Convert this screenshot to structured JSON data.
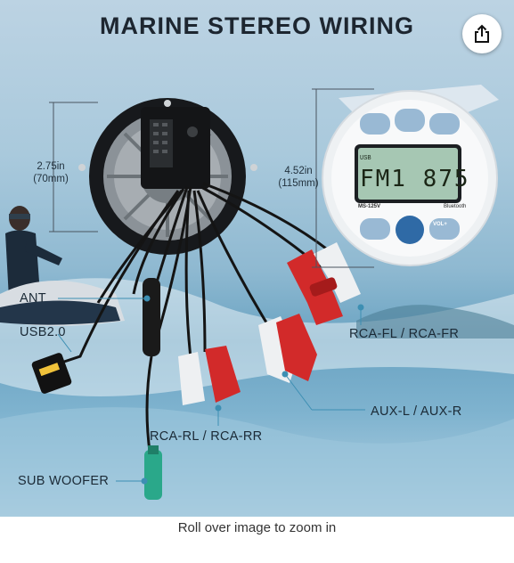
{
  "product_image": {
    "title": "MARINE STEREO WIRING",
    "depth_dimension": {
      "inches": "2.75in",
      "mm": "(70mm)"
    },
    "diameter_dimension": {
      "inches": "4.52in",
      "mm": "(115mm)"
    },
    "display": {
      "source": "USB",
      "frequency": "FM1 875",
      "model": "MS-125V",
      "bluetooth": "Bluetooth",
      "volume_button": "VOL+"
    },
    "connector_labels": {
      "ant": "ANT",
      "usb": "USB2.0",
      "rca_front": "RCA-FL / RCA-FR",
      "aux": "AUX-L / AUX-R",
      "rca_rear": "RCA-RL / RCA-RR",
      "sub": "SUB WOOFER"
    },
    "share_icon": "share-icon"
  },
  "zoom_hint": "Roll over image to zoom in"
}
